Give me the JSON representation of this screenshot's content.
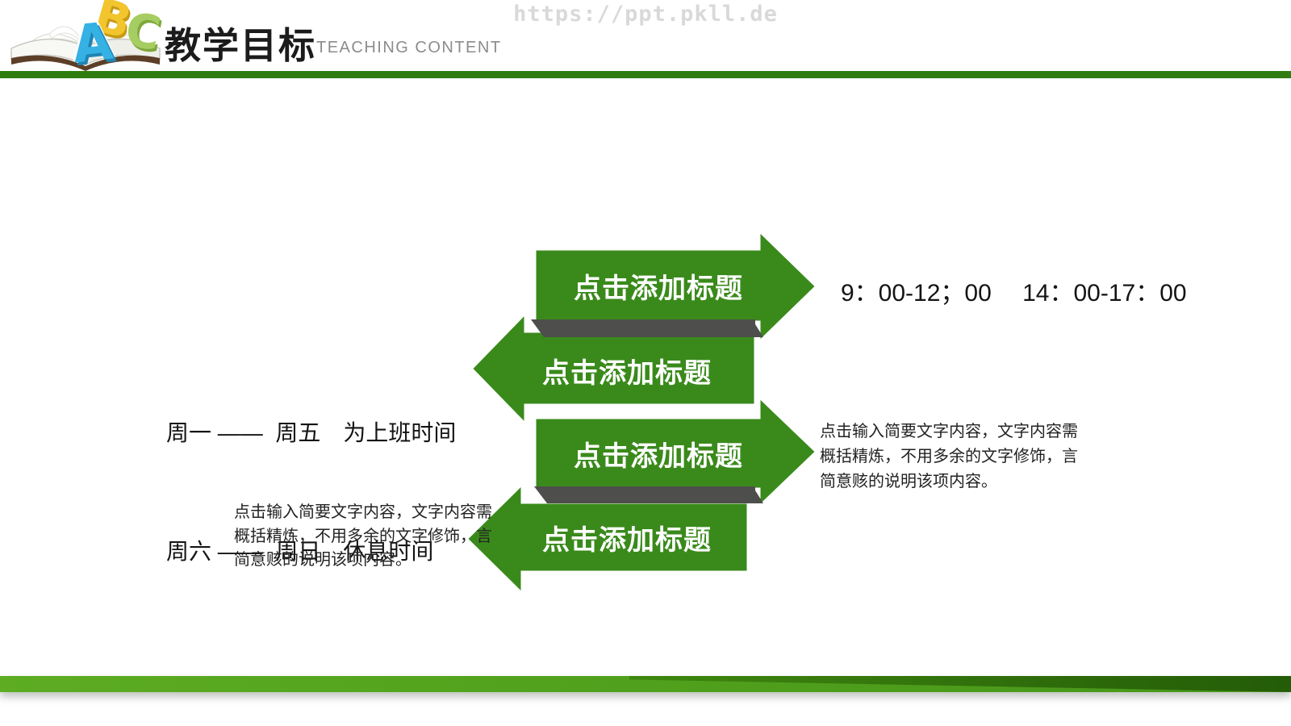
{
  "watermark": {
    "text": "https://ppt.pkll.de"
  },
  "header": {
    "title": "教学目标",
    "subtitle": "TEACHING CONTENT",
    "logo": {
      "letters": [
        "A",
        "B",
        "C"
      ]
    }
  },
  "arrows": [
    {
      "label": "点击添加标题",
      "direction": "right"
    },
    {
      "label": "点击添加标题",
      "direction": "left"
    },
    {
      "label": "点击添加标题",
      "direction": "right"
    },
    {
      "label": "点击添加标题",
      "direction": "left"
    }
  ],
  "texts": {
    "schedule": {
      "line1": "周一 ——  周五　为上班时间",
      "line2": "周六 ——  周日　休息时间"
    },
    "work_hours": "9：00-12；00　 14：00-17：00",
    "description_right": {
      "lines": [
        "点击输入简要文字内容，文字内容需",
        "概括精炼，不用多余的文字修饰，言",
        "简意赅的说明该项内容。"
      ]
    },
    "description_left": {
      "lines": [
        "点击输入简要文字内容，文字内容需",
        "概括精炼，不用多余的文字修饰，言",
        "简意赅的说明该项内容。"
      ]
    }
  },
  "colors": {
    "arrow_green": "#3a8a1b",
    "fold_shadow_gray": "#4e4e4c",
    "header_line_green": "#2f7d10",
    "footer_stripe_green": "#51a11d",
    "footer_ribbon_dark_green": "#2c6a0b",
    "watermark_gray": "#d9d9d9",
    "subtitle_gray": "#8c8c8c",
    "letter_a_blue": "#35b1e4",
    "letter_b_yellow": "#f2c52e",
    "letter_c_green": "#a6cd61"
  }
}
